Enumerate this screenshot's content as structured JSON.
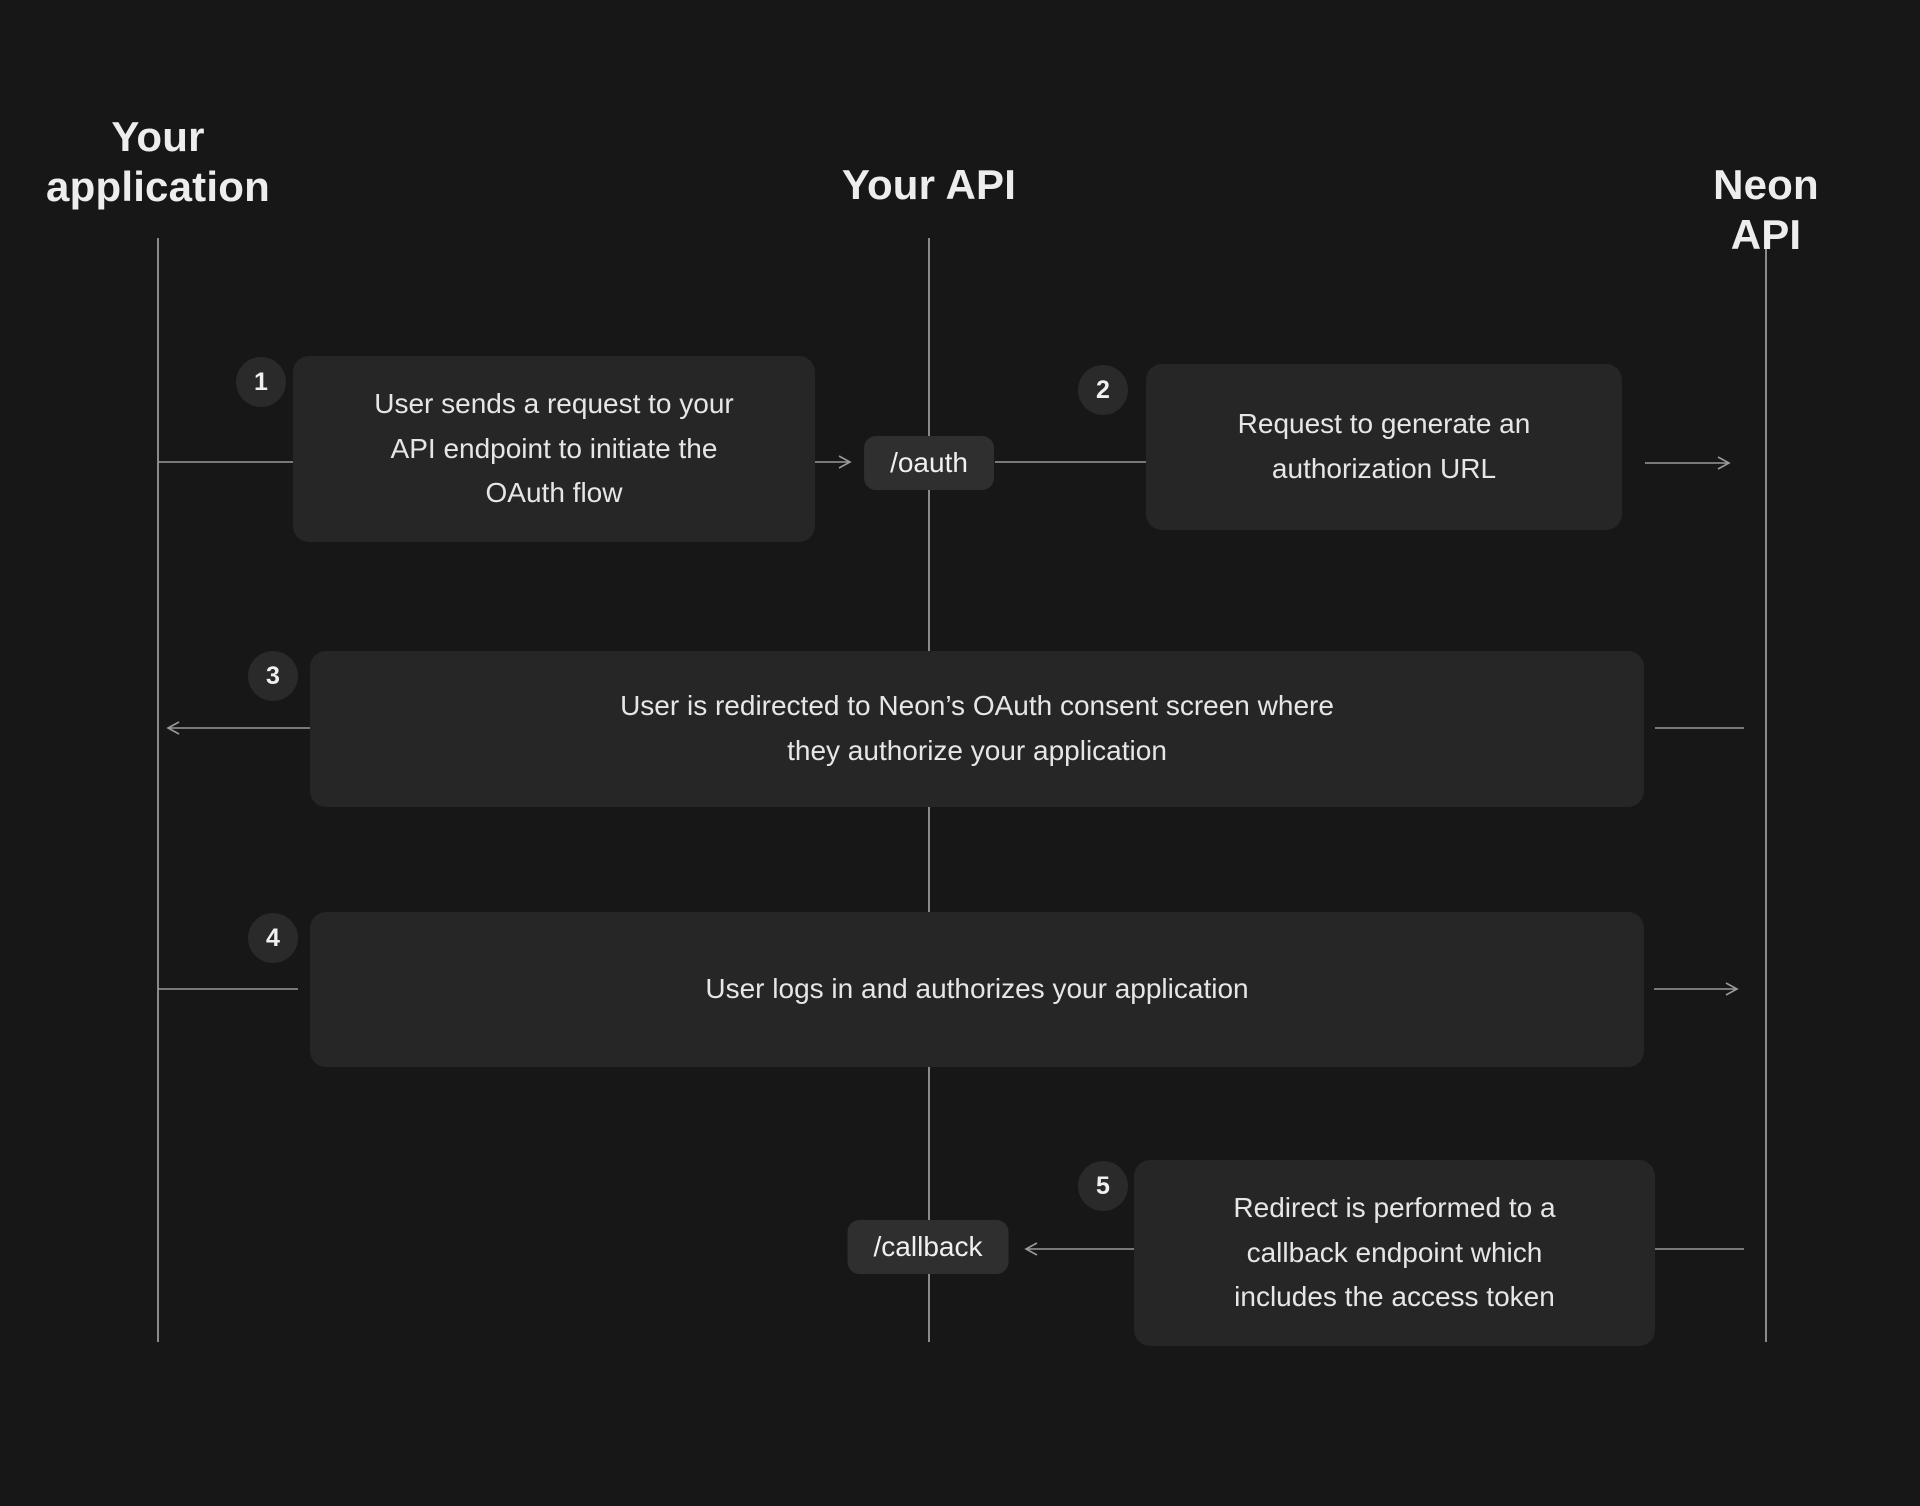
{
  "diagram": {
    "type": "sequence-diagram",
    "topic": "OAuth flow between your application, your API and the Neon API",
    "colors": {
      "background": "#171717",
      "box_fill": "#262626",
      "chip_fill": "#2f2f2f",
      "badge_fill": "#2a2a2a",
      "text": "#e6e6e6",
      "heading_text": "#ededed",
      "line": "#9a9a9a"
    },
    "actors": [
      {
        "label": "Your\napplication"
      },
      {
        "label": "Your API"
      },
      {
        "label": "Neon API"
      }
    ],
    "endpoints": [
      {
        "label": "/oauth"
      },
      {
        "label": "/callback"
      }
    ],
    "steps": [
      {
        "number": "1",
        "text": "User sends a request to your\nAPI endpoint to initiate the\nOAuth flow"
      },
      {
        "number": "2",
        "text": "Request to generate an\nauthorization URL"
      },
      {
        "number": "3",
        "text": "User is redirected to Neon’s OAuth consent screen where\nthey authorize your application"
      },
      {
        "number": "4",
        "text": "User logs in and authorizes your application"
      },
      {
        "number": "5",
        "text": "Redirect is performed to a\ncallback endpoint which\nincludes the access token"
      }
    ]
  }
}
